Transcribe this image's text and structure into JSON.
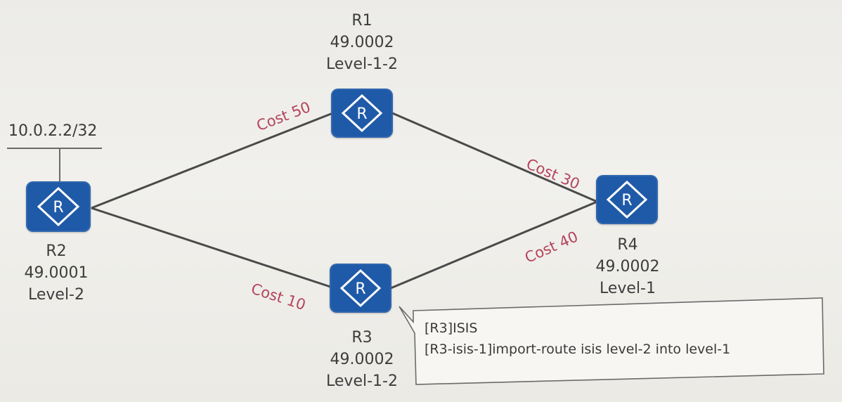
{
  "routers": [
    {
      "name": "R1",
      "area": "49.0002",
      "level": "Level-1-2"
    },
    {
      "name": "R2",
      "area": "49.0001",
      "level": "Level-2"
    },
    {
      "name": "R3",
      "area": "49.0002",
      "level": "Level-1-2"
    },
    {
      "name": "R4",
      "area": "49.0002",
      "level": "Level-1"
    }
  ],
  "router_icon_glyph": "R",
  "router_color": "#1f5aa8",
  "cost_color": "#b4445b",
  "links": [
    {
      "from": "R2",
      "to": "R1",
      "label": "Cost 50"
    },
    {
      "from": "R1",
      "to": "R4",
      "label": "Cost 30"
    },
    {
      "from": "R2",
      "to": "R3",
      "label": "Cost 10"
    },
    {
      "from": "R3",
      "to": "R4",
      "label": "Cost 40"
    }
  ],
  "r2_prefix": "10.0.2.2/32",
  "callout": {
    "line1": "[R3]ISIS",
    "line2": "[R3-isis-1]import-route isis level-2 into level-1"
  }
}
